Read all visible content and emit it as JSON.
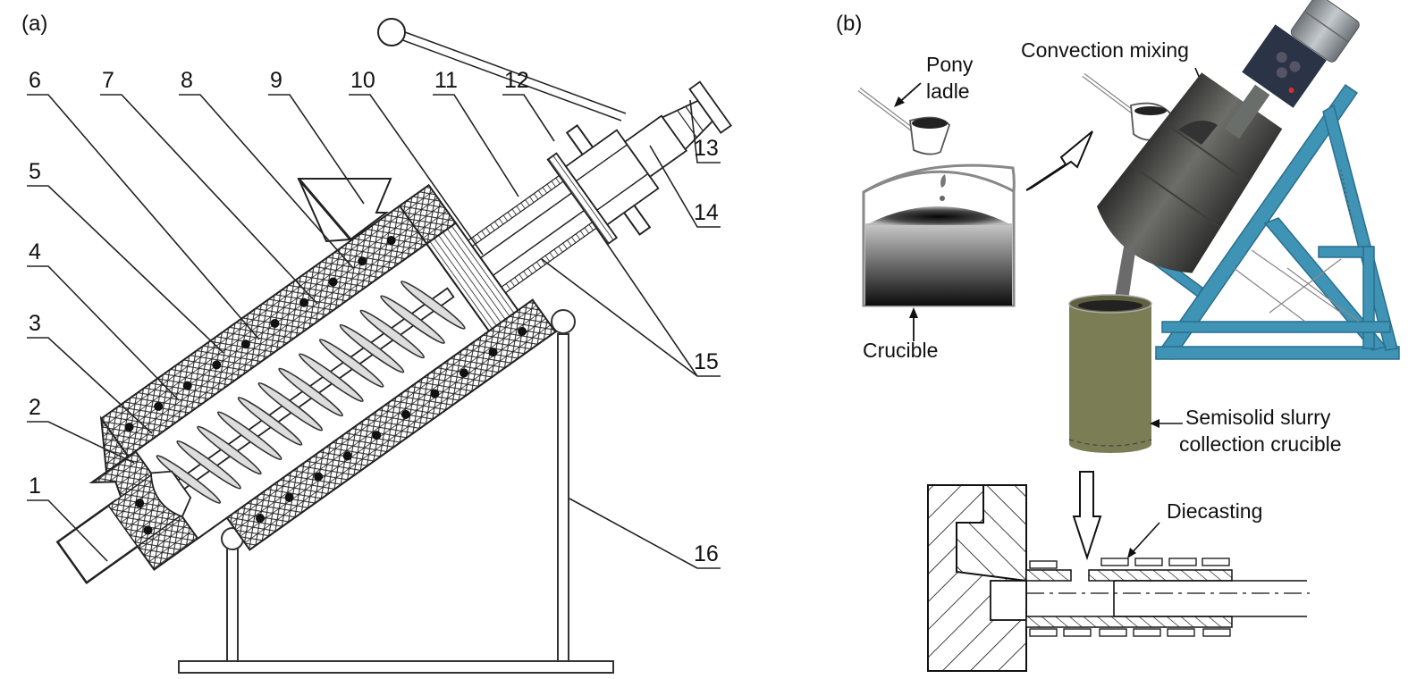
{
  "figure": {
    "panel_a": {
      "label": "(a)",
      "callouts": [
        {
          "id": "1",
          "text": "1"
        },
        {
          "id": "2",
          "text": "2"
        },
        {
          "id": "3",
          "text": "3"
        },
        {
          "id": "4",
          "text": "4"
        },
        {
          "id": "5",
          "text": "5"
        },
        {
          "id": "6",
          "text": "6"
        },
        {
          "id": "7",
          "text": "7"
        },
        {
          "id": "8",
          "text": "8"
        },
        {
          "id": "9",
          "text": "9"
        },
        {
          "id": "10",
          "text": "10"
        },
        {
          "id": "11",
          "text": "11"
        },
        {
          "id": "12",
          "text": "12"
        },
        {
          "id": "13",
          "text": "13"
        },
        {
          "id": "14",
          "text": "14"
        },
        {
          "id": "15",
          "text": "15"
        },
        {
          "id": "16",
          "text": "16"
        }
      ]
    },
    "panel_b": {
      "label": "(b)",
      "pony_ladle": [
        "Pony",
        "ladle"
      ],
      "crucible": "Crucible",
      "convection_mixing": "Convection mixing",
      "slurry_crucible": [
        "Semisolid slurry",
        "collection crucible"
      ],
      "diecasting": "Diecasting"
    },
    "colors": {
      "line": "#1a1a1a",
      "frame_blue": "#3f93b5",
      "frame_blue_dark": "#2a6f8e",
      "vessel_grey": "#4a4a48",
      "motor_grey": "#9aa0a4",
      "control_box": "#2b3446",
      "slurry_crucible": "#7b7d55"
    }
  }
}
